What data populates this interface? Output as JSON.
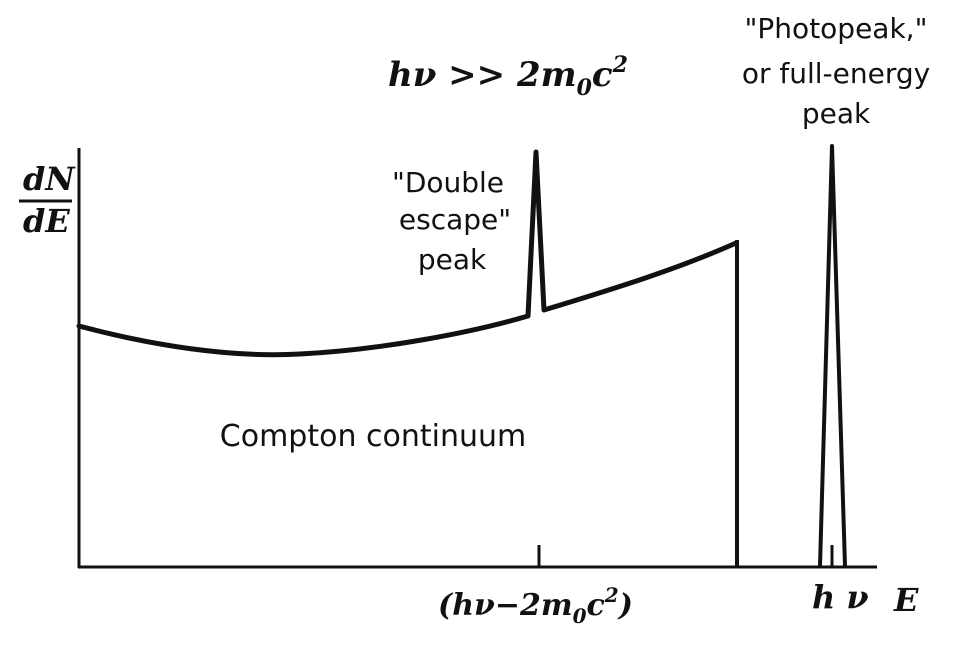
{
  "diagram": {
    "condition": {
      "base": "hν >> 2m",
      "sub": "0",
      "var": "c",
      "sup": "2"
    },
    "y_axis_label": {
      "numerator": "dN",
      "denominator": "dE"
    },
    "x_axis_label": "E",
    "double_escape_label": [
      "\"Double",
      "escape\"",
      "peak"
    ],
    "photopeak_label": [
      "\"Photopeak,\"",
      "or full-energy",
      "peak"
    ],
    "continuum_label": "Compton continuum",
    "x_tick_escape": {
      "base": "(hν−2m",
      "sub": "0",
      "var": "c",
      "sup": "2",
      "close": ")"
    },
    "x_tick_photo": "h ν",
    "colors": {
      "ink": "#111111",
      "background": "#ffffff"
    }
  }
}
